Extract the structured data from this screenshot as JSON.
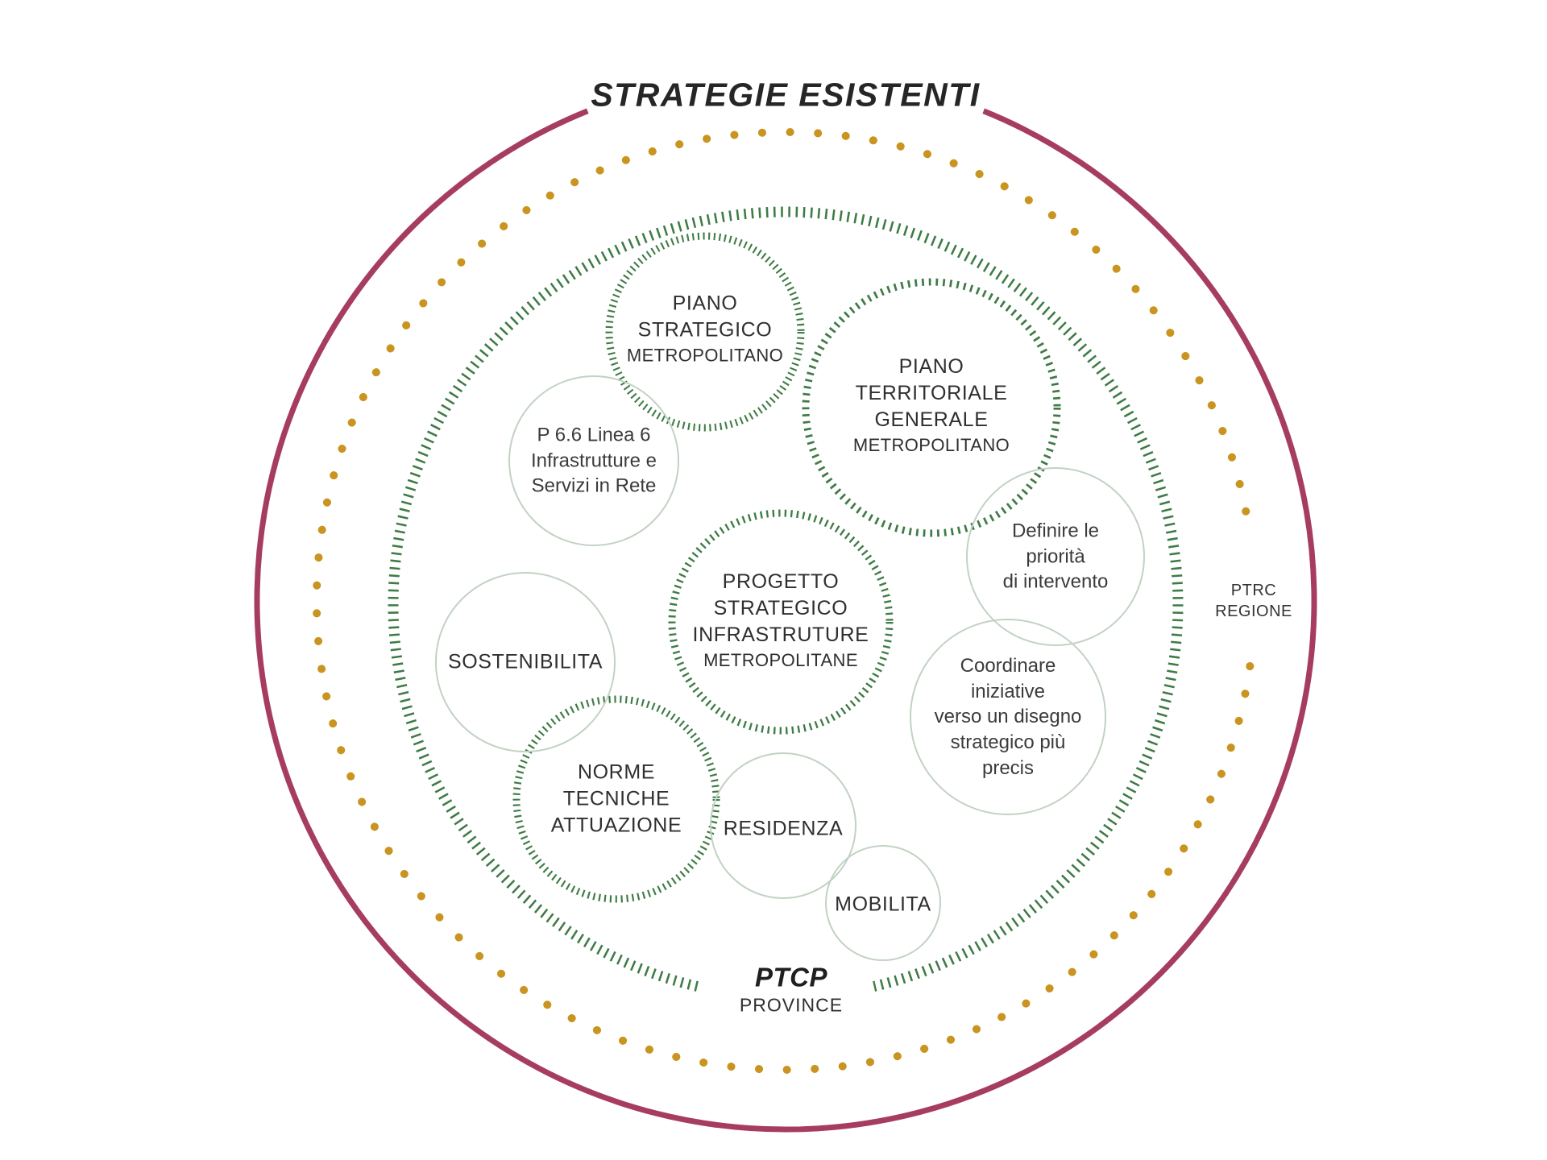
{
  "title": "STRATEGIE ESISTENTI",
  "rings": {
    "ptrc": {
      "lines": [
        "PTRC",
        "REGIONE"
      ]
    },
    "ptcp": {
      "name": "PTCP",
      "sub": "PROVINCE"
    }
  },
  "circles": {
    "piano_strategico": {
      "lines": [
        "PIANO",
        "STRATEGICO",
        "METROPOLITANO"
      ]
    },
    "piano_territoriale": {
      "lines": [
        "PIANO",
        "TERRITORIALE",
        "GENERALE",
        "METROPOLITANO"
      ]
    },
    "p66_linea6": {
      "lines": [
        "P 6.6 Linea 6",
        "Infrastrutture e",
        "Servizi in Rete"
      ]
    },
    "progetto_strategico": {
      "lines": [
        "PROGETTO",
        "STRATEGICO",
        "INFRASTRUTURE",
        "METROPOLITANE"
      ]
    },
    "definire_priorita": {
      "lines": [
        "Definire le",
        "priorità",
        "di intervento"
      ]
    },
    "sostenibilita": {
      "lines": [
        "SOSTENIBILITA"
      ]
    },
    "coordinare": {
      "lines": [
        "Coordinare",
        "iniziative",
        "verso un disegno",
        "strategico più",
        "precis"
      ]
    },
    "norme_tecniche": {
      "lines": [
        "NORME",
        "TECNICHE",
        "ATTUAZIONE"
      ]
    },
    "residenza": {
      "lines": [
        "RESIDENZA"
      ]
    },
    "mobilita": {
      "lines": [
        "MOBILITA"
      ]
    }
  },
  "colors": {
    "outer_ring": "#a63d5f",
    "dotted_ring": "#c9941f",
    "tick_ring": "#3e7b45",
    "thin_circle": "#c2d2c3",
    "text": "#2e2e2e"
  }
}
